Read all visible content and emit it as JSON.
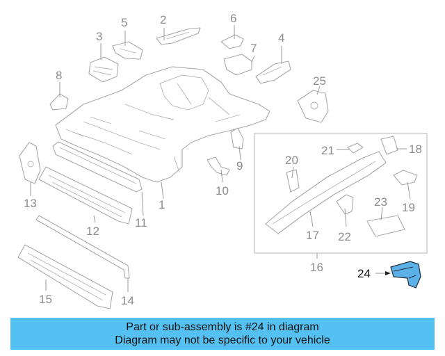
{
  "callouts": {
    "c1": "1",
    "c2": "2",
    "c3": "3",
    "c4": "4",
    "c5": "5",
    "c6": "6",
    "c7": "7",
    "c8": "8",
    "c9": "9",
    "c10": "10",
    "c11": "11",
    "c12": "12",
    "c13": "13",
    "c14": "14",
    "c15": "15",
    "c16": "16",
    "c17": "17",
    "c18": "18",
    "c19": "19",
    "c20": "20",
    "c21": "21",
    "c22": "22",
    "c23": "23",
    "c24": "24",
    "c25": "25"
  },
  "highlighted_part": "24",
  "colors": {
    "highlight": "#5bb0e8",
    "banner": "#55c1f2",
    "line": "#a8a8a8",
    "callout_text": "#8c8c8c"
  },
  "banner": {
    "line1": "Part or sub-assembly is #24 in diagram",
    "line2": "Diagram may not be specific to your vehicle"
  }
}
